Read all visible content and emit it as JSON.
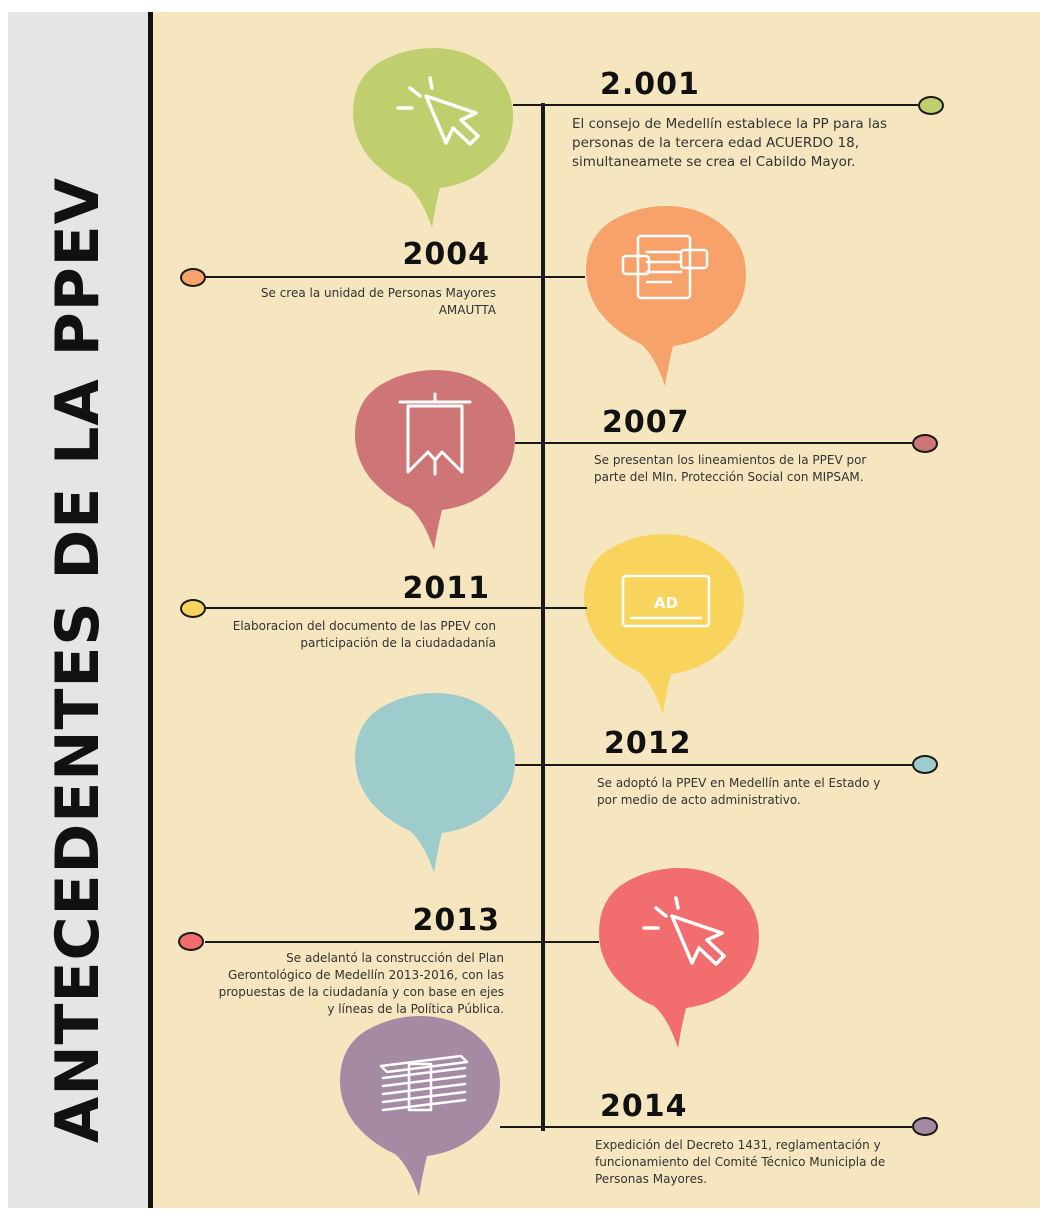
{
  "title": "ANTECEDENTES DE LA PPEV",
  "colors": {
    "background": "#f5e6c0",
    "sidebar": "#e5e5e5",
    "line": "#1a1a1a"
  },
  "events": [
    {
      "year": "2.001",
      "text": "El consejo de Medellín establece la PP para las personas de la tercera edad ACUERDO 18, simultaneamete se crea el Cabildo Mayor.",
      "color": "#bfcf6e",
      "icon": "cursor-click-icon"
    },
    {
      "year": "2004",
      "text": "Se crea la unidad de Personas Mayores AMAUTTA",
      "color": "#f6a26a",
      "icon": "document-chat-icon"
    },
    {
      "year": "2007",
      "text": " Se presentan los lineamientos de la PPEV por parte del MIn. Protección Social con MIPSAM.",
      "color": "#cd7577",
      "icon": "banner-icon"
    },
    {
      "year": "2011",
      "text": "Elaboracion del documento de las PPEV con participación de la ciudadadanía",
      "color": "#f9d45c",
      "icon": "ad-screen-icon",
      "icon_text": "AD"
    },
    {
      "year": "2012",
      "text": "Se adoptó la PPEV en Medellín ante el Estado y por medio de acto administrativo.",
      "color": "#9ecbcb",
      "icon": "blank-icon"
    },
    {
      "year": "2013",
      "text": "Se adelantó la construcción del Plan Gerontológico  de Medellín 2013-2016, con las propuestas de la ciudadanía y con base en ejes y líneas de la Política Pública.",
      "color": "#f26e6e",
      "icon": "cursor-click-icon"
    },
    {
      "year": "2014",
      "text": "Expedición del Decreto 1431, reglamentación y funcionamiento del Comité Técnico Municipla de Personas Mayores.",
      "color": "#a58aa3",
      "icon": "money-stack-icon"
    }
  ]
}
